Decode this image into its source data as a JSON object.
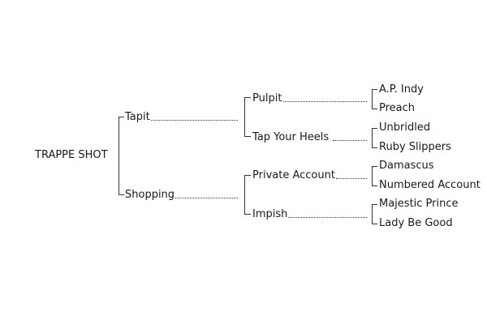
{
  "pedigree": {
    "subject": "TRAPPE SHOT",
    "sire": {
      "name": "Tapit",
      "sire": {
        "name": "Pulpit",
        "sire": "A.P. Indy",
        "dam": "Preach"
      },
      "dam": {
        "name": "Tap Your Heels",
        "sire": "Unbridled",
        "dam": "Ruby Slippers"
      }
    },
    "dam": {
      "name": "Shopping",
      "sire": {
        "name": "Private Account",
        "sire": "Damascus",
        "dam": "Numbered Account"
      },
      "dam": {
        "name": "Impish",
        "sire": "Majestic Prince",
        "dam": "Lady Be Good"
      }
    }
  }
}
